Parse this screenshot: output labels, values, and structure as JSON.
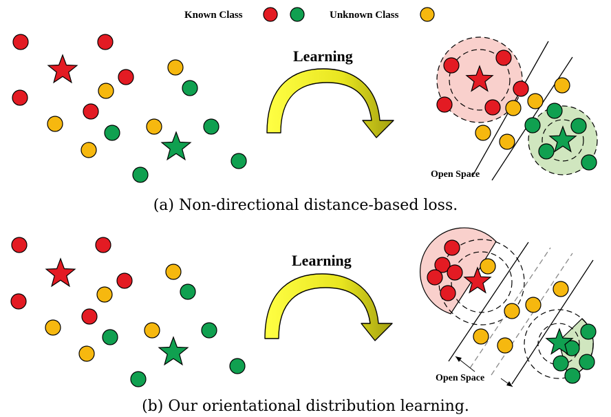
{
  "legend": {
    "known_label": "Known Class",
    "unknown_label": "Unknown Class",
    "known_colors": [
      "#e31b23",
      "#10a050"
    ],
    "unknown_color": "#f6b80f"
  },
  "panel_a": {
    "arrow_label": "Learning",
    "open_space_label": "Open Space",
    "caption": "(a) Non-directional distance-based loss."
  },
  "panel_b": {
    "arrow_label": "Learning",
    "open_space_label": "Open Space",
    "caption": "(b) Our orientational distribution learning."
  },
  "colors": {
    "red": "#e31b23",
    "green": "#10a050",
    "yellow": "#f6b80f",
    "red_region": "#f9d0cc",
    "green_region": "#d0e6bf",
    "arrow_light": "#ffff33",
    "arrow_dark": "#a7a410"
  }
}
